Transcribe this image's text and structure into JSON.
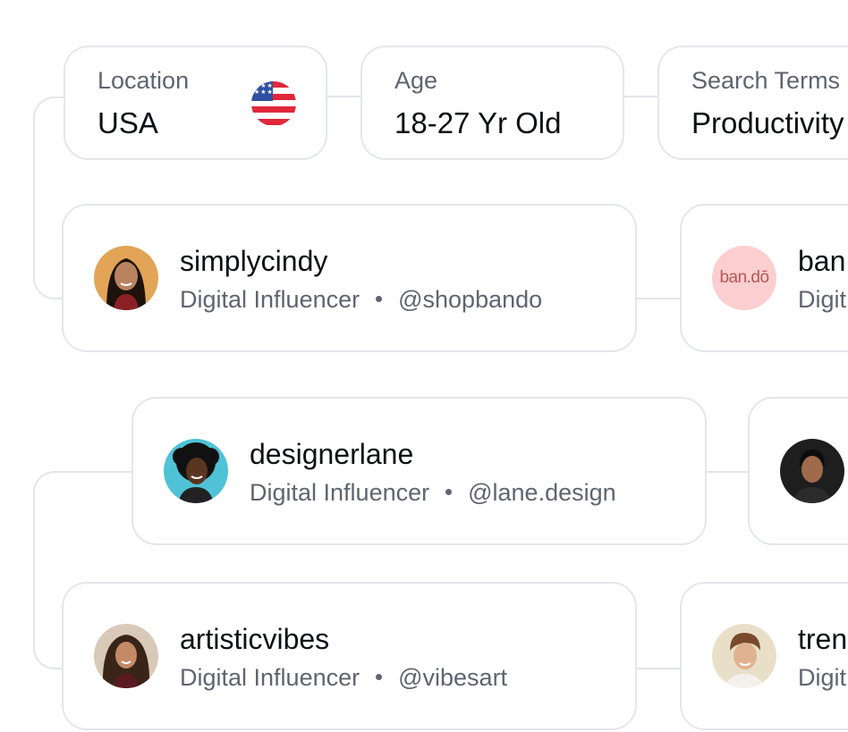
{
  "filters": [
    {
      "label": "Location",
      "value": "USA",
      "icon": "us-flag-icon"
    },
    {
      "label": "Age",
      "value": "18-27 Yr Old"
    },
    {
      "label": "Search Terms",
      "value": "Productivity"
    }
  ],
  "profiles": {
    "simplycindy": {
      "name": "simplycindy",
      "role": "Digital Influencer",
      "handle": "@shopbando"
    },
    "bando": {
      "name": "ban",
      "role": "Digit",
      "logo_text": "ban.dō"
    },
    "designerlane": {
      "name": "designerlane",
      "role": "Digital Influencer",
      "handle": "@lane.design"
    },
    "artisticvibes": {
      "name": "artisticvibes",
      "role": "Digital Influencer",
      "handle": "@vibesart"
    },
    "tren": {
      "name": "tren",
      "role": "Digit"
    }
  },
  "colors": {
    "card_border": "#e4e6ea",
    "connector": "#e3e5e9",
    "primary_text": "#0d0f14",
    "secondary_text": "#5f6470",
    "bando_logo_bg": "#fbcfcf"
  }
}
